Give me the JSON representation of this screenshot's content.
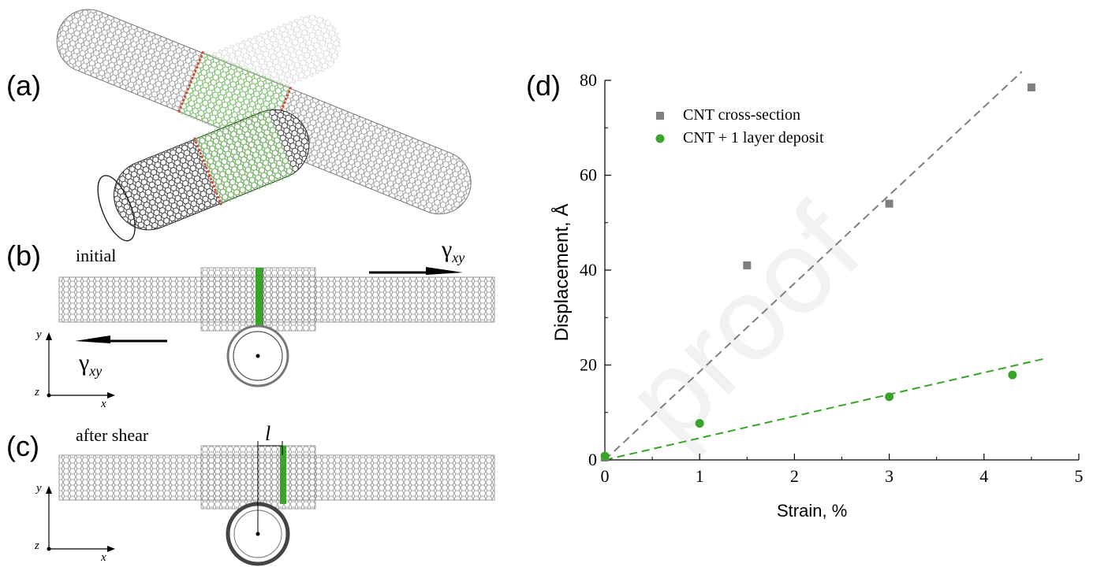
{
  "figure": {
    "panels": {
      "a": "(a)",
      "b": "(b)",
      "c": "(c)",
      "d": "(d)"
    },
    "panel_b": {
      "label": "initial",
      "shear_symbol": "γ",
      "shear_subscript": "xy"
    },
    "panel_c": {
      "label": "after shear",
      "length_symbol": "l"
    },
    "axes_labels": {
      "x": "x",
      "y": "y",
      "z": "z"
    },
    "colors": {
      "cnt": "#9a9a9a",
      "green": "#3aa32a",
      "red": "#d04a3a",
      "gray_series": "#7f7f7f"
    },
    "watermark": "proof"
  },
  "chart_data": {
    "type": "scatter",
    "xlabel": "Strain, %",
    "ylabel": "Displacement, Å",
    "xlim": [
      0,
      5
    ],
    "ylim": [
      0,
      80
    ],
    "x_ticks": [
      "0",
      "1",
      "2",
      "3",
      "4",
      "5"
    ],
    "y_ticks": [
      "0",
      "20",
      "40",
      "60",
      "80"
    ],
    "legend_position": "top-left",
    "series": [
      {
        "name": "CNT cross-section",
        "marker": "square",
        "color": "#7f7f7f",
        "points": [
          [
            0,
            0.5
          ],
          [
            1.5,
            41
          ],
          [
            3.0,
            54
          ],
          [
            4.5,
            78.5
          ]
        ],
        "fit_slope": 18.6
      },
      {
        "name": "CNT + 1 layer deposit",
        "marker": "circle",
        "color": "#3aa32a",
        "points": [
          [
            0,
            0.8
          ],
          [
            1.0,
            7.7
          ],
          [
            3.0,
            13.3
          ],
          [
            4.3,
            17.9
          ]
        ],
        "fit_slope": 4.6
      }
    ]
  }
}
